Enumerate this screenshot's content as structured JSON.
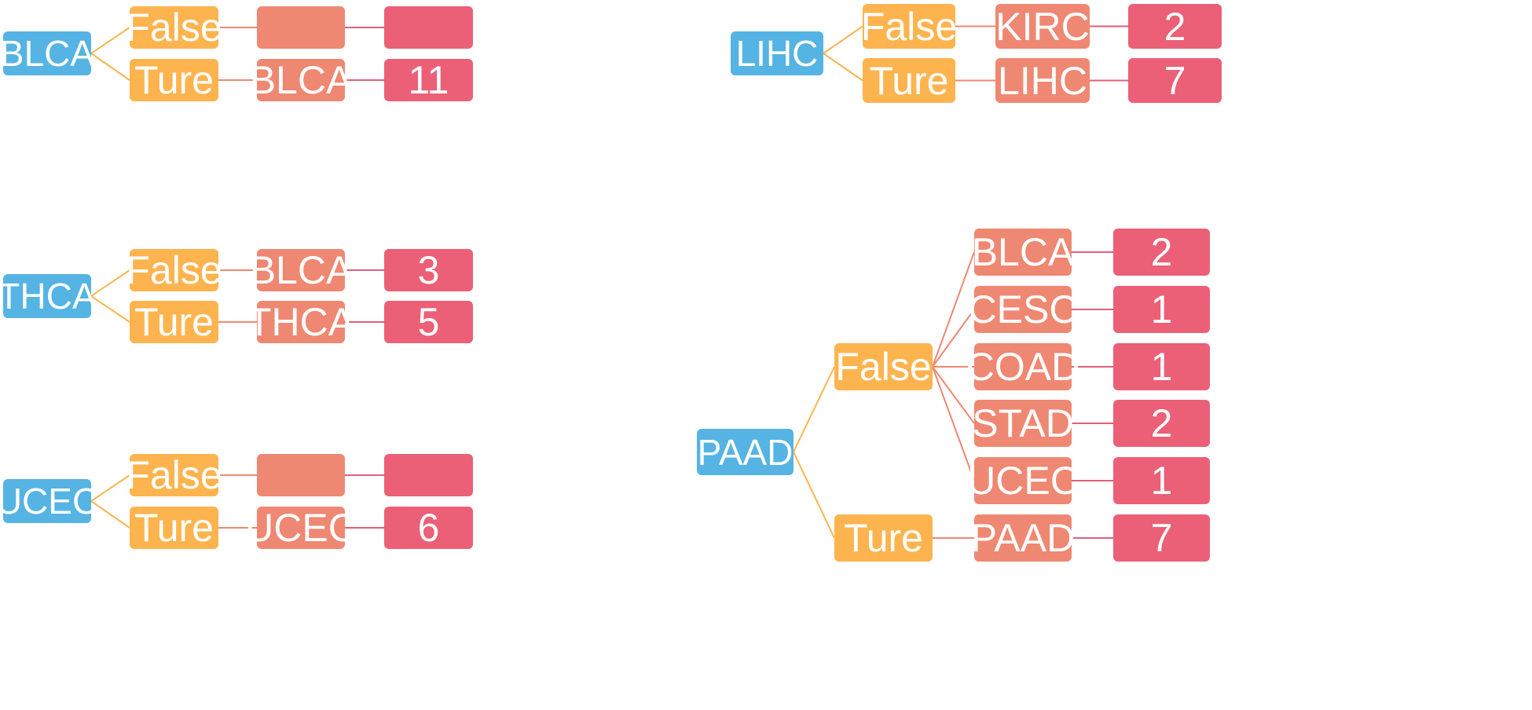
{
  "colors": {
    "root": "#55b4e3",
    "prediction": "#fdb44f",
    "label": "#ef8872",
    "count": "#eb6077",
    "line_prediction": "#fdb44f",
    "line_label": "#ef8872",
    "line_count": "#e0607a"
  },
  "trees": [
    {
      "root": "BLCA",
      "branches": [
        {
          "prediction": "False",
          "leaves": [
            {
              "label": "",
              "count": ""
            }
          ]
        },
        {
          "prediction": "Ture",
          "leaves": [
            {
              "label": "BLCA",
              "count": "11"
            }
          ]
        }
      ]
    },
    {
      "root": "LIHC",
      "branches": [
        {
          "prediction": "False",
          "leaves": [
            {
              "label": "KIRC",
              "count": "2"
            }
          ]
        },
        {
          "prediction": "Ture",
          "leaves": [
            {
              "label": "LIHC",
              "count": "7"
            }
          ]
        }
      ]
    },
    {
      "root": "THCA",
      "branches": [
        {
          "prediction": "False",
          "leaves": [
            {
              "label": "BLCA",
              "count": "3"
            }
          ]
        },
        {
          "prediction": "Ture",
          "leaves": [
            {
              "label": "THCA",
              "count": "5"
            }
          ]
        }
      ]
    },
    {
      "root": "UCEC",
      "branches": [
        {
          "prediction": "False",
          "leaves": [
            {
              "label": "",
              "count": ""
            }
          ]
        },
        {
          "prediction": "Ture",
          "leaves": [
            {
              "label": "UCEC",
              "count": "6"
            }
          ]
        }
      ]
    },
    {
      "root": "PAAD",
      "branches": [
        {
          "prediction": "False",
          "leaves": [
            {
              "label": "BLCA",
              "count": "2"
            },
            {
              "label": "CESC",
              "count": "1"
            },
            {
              "label": "COAD",
              "count": "1"
            },
            {
              "label": "STAD",
              "count": "2"
            },
            {
              "label": "UCEC",
              "count": "1"
            }
          ]
        },
        {
          "prediction": "Ture",
          "leaves": [
            {
              "label": "PAAD",
              "count": "7"
            }
          ]
        }
      ]
    }
  ]
}
